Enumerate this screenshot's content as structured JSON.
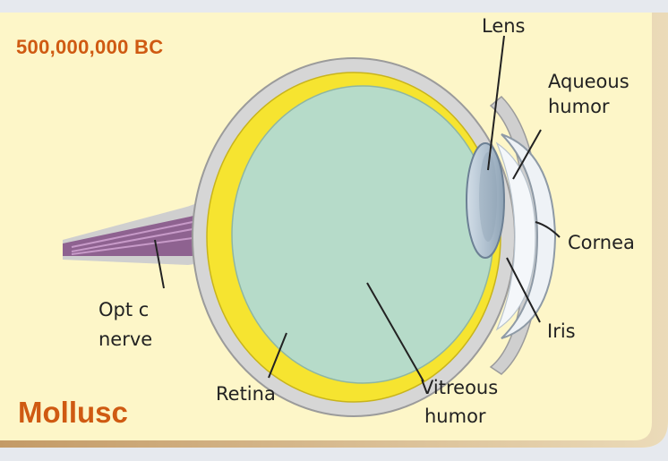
{
  "era": "500,000,000 BC",
  "organism": "Mollusc",
  "labels": {
    "lens": "Lens",
    "aqueous_1": "Aqueous",
    "aqueous_2": "humor",
    "cornea": "Cornea",
    "optic_1": "Opt c",
    "optic_2": "nerve",
    "iris": "Iris",
    "retina": "Retina",
    "vitreous_1": "Vitreous",
    "vitreous_2": "humor"
  },
  "colors": {
    "background": "#fdf6c8",
    "panel_border": "#caa16a",
    "title": "#cf5a12",
    "sclera": "#d9d9d9",
    "retina": "#f7e531",
    "vitreous": "#b7dcca",
    "lens": "#b3c6d6",
    "cornea": "#eef2f6",
    "optic_nerve": "#9b6a9b"
  }
}
